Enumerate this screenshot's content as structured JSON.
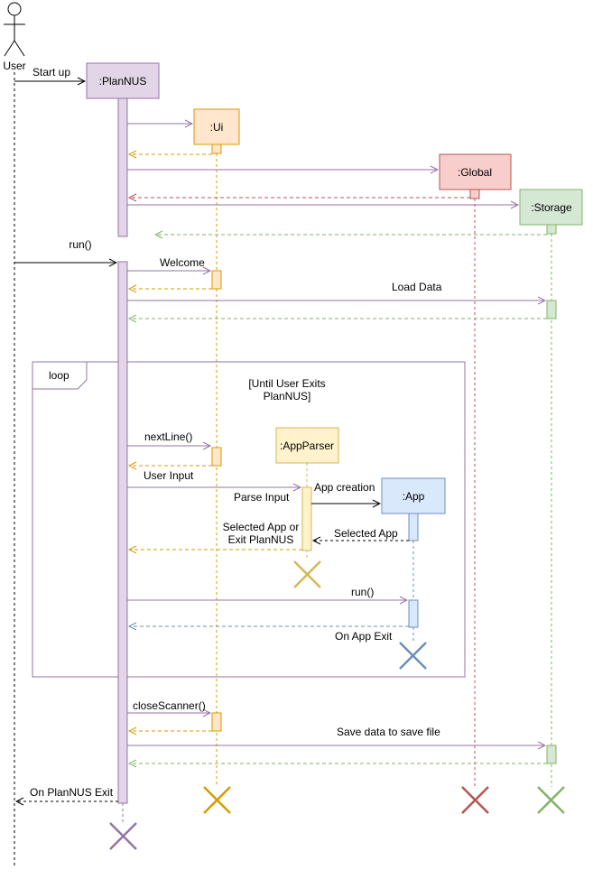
{
  "actor": {
    "label": "User"
  },
  "participants": {
    "plannus": ":PlanNUS",
    "ui": ":Ui",
    "global": ":Global",
    "storage": ":Storage",
    "appparser": ":AppParser",
    "app": ":App"
  },
  "messages": {
    "start_up": "Start up",
    "run1": "run()",
    "welcome": "Welcome",
    "load_data": "Load Data",
    "next_line": "nextLine()",
    "user_input": "User Input",
    "parse_input": "Parse Input",
    "app_creation": "App creation",
    "selected_app": "Selected App",
    "selected_app_or_exit_1": "Selected App or",
    "selected_app_or_exit_2": "Exit PlanNUS",
    "run2": "run()",
    "on_app_exit": "On App Exit",
    "close_scanner": "closeScanner()",
    "save_data": "Save data to save file",
    "on_plannus_exit": "On PlanNUS Exit"
  },
  "loop": {
    "label": "loop",
    "guard_1": "[Until User Exits",
    "guard_2": "PlanNUS]"
  },
  "colors": {
    "plannus_fill": "#e1d5e7",
    "plannus_stroke": "#9673a6",
    "ui_fill": "#ffe6cc",
    "ui_stroke": "#d79b00",
    "global_fill": "#f8cecc",
    "global_stroke": "#b85450",
    "storage_fill": "#d5e8d4",
    "storage_stroke": "#82b366",
    "appparser_fill": "#fff2cc",
    "appparser_stroke": "#d6b656",
    "app_fill": "#dae8fc",
    "app_stroke": "#6c8ebf",
    "frame": "#9673a6"
  }
}
